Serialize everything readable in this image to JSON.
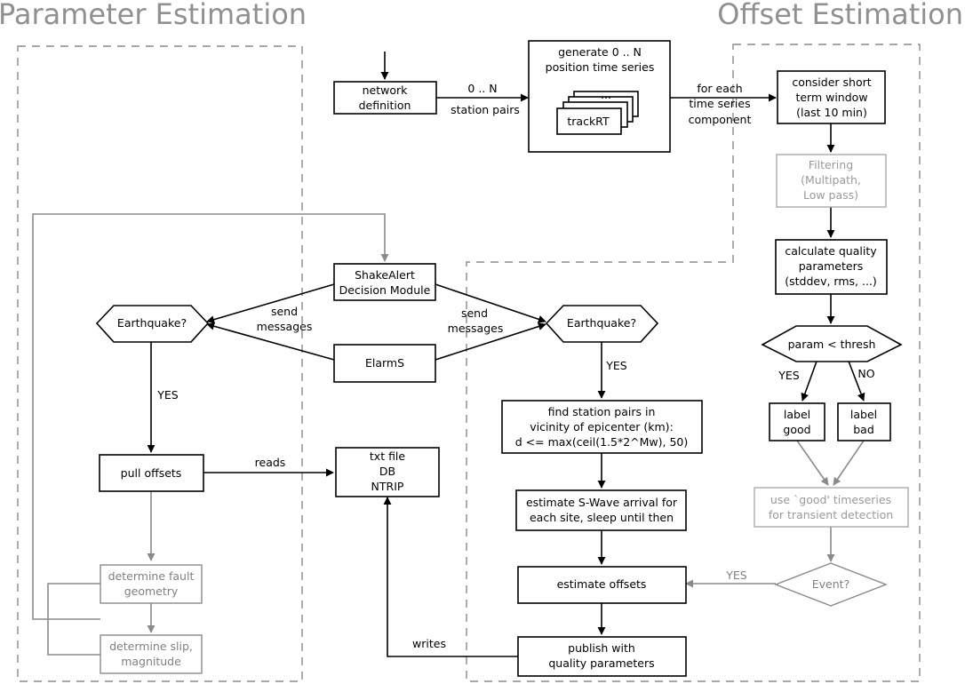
{
  "headings": {
    "left": "Parameter Estimation",
    "right": "Offset Estimation"
  },
  "nodes": {
    "network_definition": [
      "network",
      "definition"
    ],
    "generate_series": [
      "generate 0 .. N",
      "position time series"
    ],
    "stack_top": "...",
    "stack_bottom": "trackRT",
    "consider_window": [
      "consider short",
      "term window",
      "(last 10 min)"
    ],
    "filtering": [
      "Filtering",
      "(Multipath,",
      "Low pass)"
    ],
    "calc_quality": [
      "calculate quality",
      "parameters",
      "(stddev, rms, ...)"
    ],
    "param_thresh": "param < thresh",
    "label_good": [
      "label",
      "good"
    ],
    "label_bad": [
      "label",
      "bad"
    ],
    "use_good": [
      "use `good' timeseries",
      "for transient detection"
    ],
    "event": "Event?",
    "shakealert": [
      "ShakeAlert",
      "Decision Module"
    ],
    "elarms": "ElarmS",
    "earthquake_left": "Earthquake?",
    "earthquake_right": "Earthquake?",
    "find_pairs": [
      "find station pairs in",
      "vicinity of epicenter (km):",
      "d <= max(ceil(1.5*2^Mw), 50)"
    ],
    "pull_offsets": "pull offsets",
    "data_store": [
      "txt file",
      "DB",
      "NTRIP"
    ],
    "estimate_swave": [
      "estimate S-Wave arrival for",
      "each site, sleep until then"
    ],
    "estimate_offsets": "estimate offsets",
    "publish": [
      "publish with",
      "quality parameters"
    ],
    "fault_geometry": [
      "determine fault",
      "geometry"
    ],
    "slip_magnitude": [
      "determine slip,",
      "magnitude"
    ]
  },
  "edge_labels": {
    "station_pairs": [
      "0 .. N",
      "station pairs"
    ],
    "for_each": [
      "for each",
      "time series",
      "component"
    ],
    "send_left": [
      "send",
      "messages"
    ],
    "send_right": [
      "send",
      "messages"
    ],
    "yes_left": "YES",
    "yes_right": "YES",
    "yes_thresh": "YES",
    "no_thresh": "NO",
    "yes_event": "YES",
    "reads": "reads",
    "writes": "writes"
  }
}
